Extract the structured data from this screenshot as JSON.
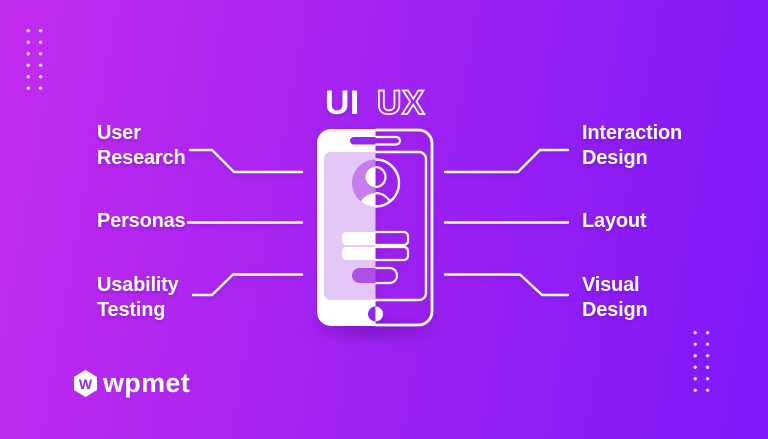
{
  "title": {
    "ui": "UI",
    "ux": "UX"
  },
  "labels": {
    "left": [
      {
        "line1": "User",
        "line2": "Research"
      },
      {
        "line1": "Personas"
      },
      {
        "line1": "Usability",
        "line2": "Testing"
      }
    ],
    "right": [
      {
        "line1": "Interaction",
        "line2": "Design"
      },
      {
        "line1": "Layout"
      },
      {
        "line1": "Visual",
        "line2": "Design"
      }
    ]
  },
  "logo": {
    "text": "wpmet",
    "monogram": "W"
  },
  "colors": {
    "bg-start": "#c32bee",
    "bg-mid": "#a524f1",
    "bg-end": "#7e18f8",
    "screen": "#e4c7f7",
    "accent": "#9228ee",
    "pill": "#ad50e6",
    "avatar": "#c77ced",
    "line": "#ffffff"
  },
  "decor": {
    "dot_grids": [
      {
        "position": "top-left",
        "rows": 6,
        "cols": 2
      },
      {
        "position": "bottom-right",
        "rows": 6,
        "cols": 2
      }
    ]
  }
}
